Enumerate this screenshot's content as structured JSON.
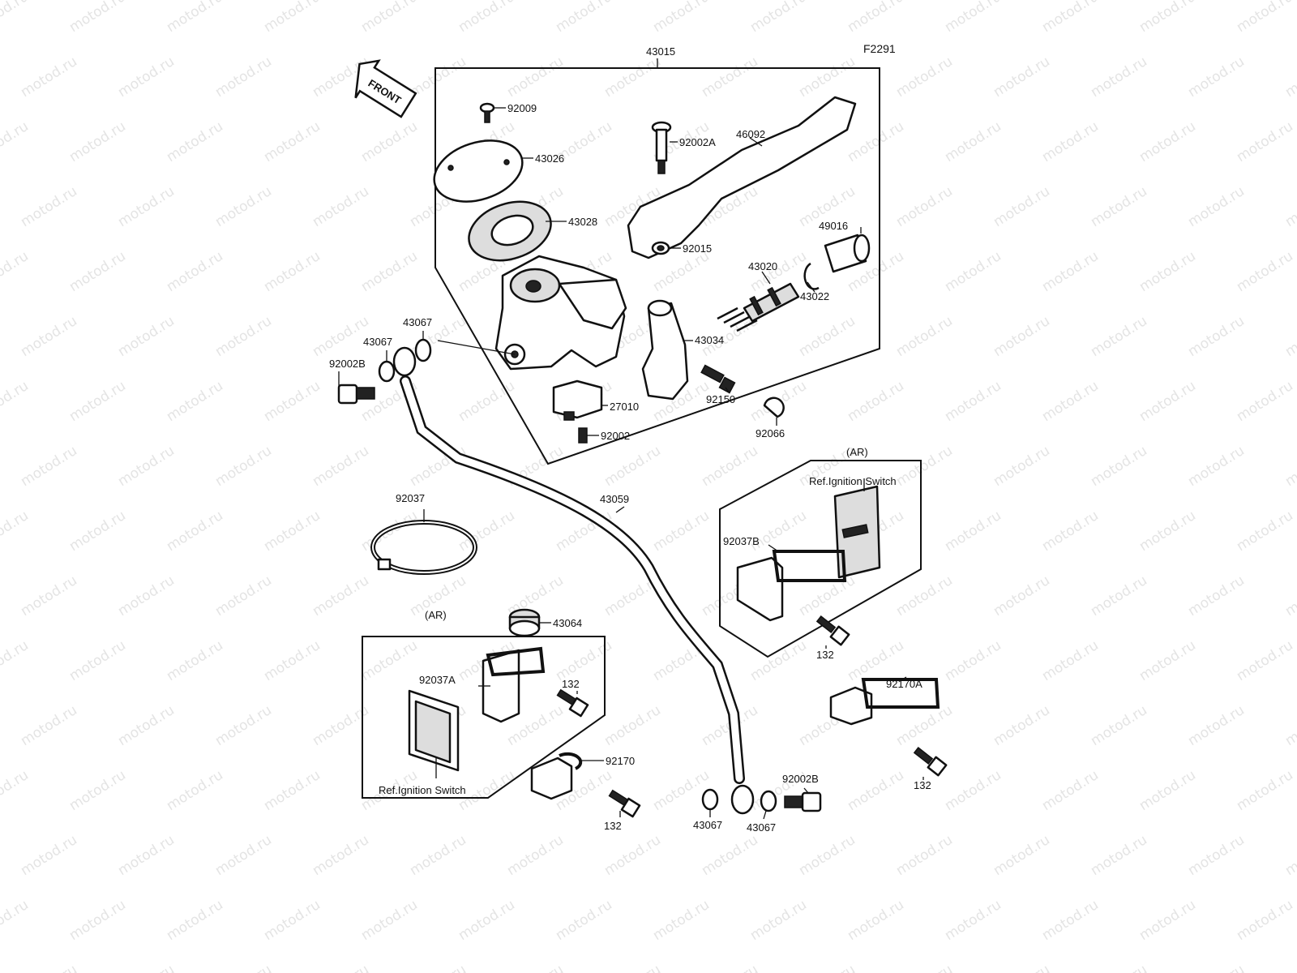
{
  "watermark": "motod.ru",
  "figure_code": "F2291",
  "front_arrow": "FRONT",
  "groups": {
    "master_cylinder_assy": "43015",
    "ar_right": "(AR)",
    "ar_left": "(AR)"
  },
  "refs": {
    "ignition_right": "Ref.Ignition Switch",
    "ignition_left": "Ref.Ignition Switch"
  },
  "parts": {
    "p92009": "92009",
    "p43026": "43026",
    "p43028": "43028",
    "p92002A": "92002A",
    "p46092": "46092",
    "p92015": "92015",
    "p49016": "49016",
    "p43020": "43020",
    "p43022": "43022",
    "p43034": "43034",
    "p92150": "92150",
    "p92066": "92066",
    "p27010": "27010",
    "p92002": "92002",
    "p43067_a": "43067",
    "p43067_b": "43067",
    "p92002B_a": "92002B",
    "p92037": "92037",
    "p43059": "43059",
    "p92037B": "92037B",
    "p132_a": "132",
    "p92170A": "92170A",
    "p132_b": "132",
    "p43064": "43064",
    "p92037A": "92037A",
    "p132_c": "132",
    "p92170": "92170",
    "p132_d": "132",
    "p43067_c": "43067",
    "p43067_d": "43067",
    "p92002B_b": "92002B"
  }
}
